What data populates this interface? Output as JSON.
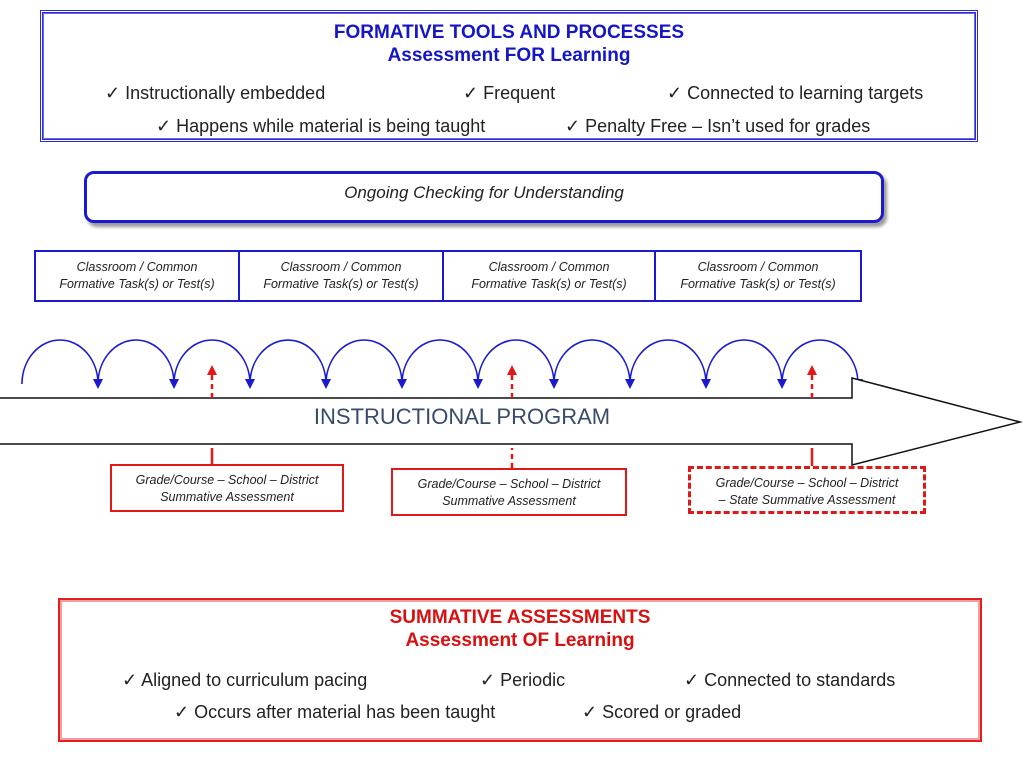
{
  "formative": {
    "title": "FORMATIVE TOOLS AND PROCESSES",
    "subtitle": "Assessment FOR Learning",
    "items": [
      "✓ Instructionally embedded",
      "✓ Frequent",
      "✓ Connected to learning targets",
      "✓ Happens while material is being taught",
      "✓ Penalty Free – Isn’t used for grades"
    ]
  },
  "ongoing": "Ongoing Checking for Understanding",
  "tasks": [
    {
      "line1": "Classroom / Common",
      "line2": "Formative Task(s) or Test(s)"
    },
    {
      "line1": "Classroom / Common",
      "line2": "Formative Task(s) or Test(s)"
    },
    {
      "line1": "Classroom / Common",
      "line2": "Formative Task(s) or Test(s)"
    },
    {
      "line1": "Classroom / Common",
      "line2": "Formative Task(s) or Test(s)"
    }
  ],
  "program": "INSTRUCTIONAL PROGRAM",
  "summative_points": [
    {
      "line1": "Grade/Course – School – District",
      "line2": "Summative Assessment"
    },
    {
      "line1": "Grade/Course – School – District",
      "line2": "Summative Assessment"
    },
    {
      "line1": "Grade/Course – School – District",
      "line2": "– State Summative Assessment"
    }
  ],
  "summative": {
    "title": "SUMMATIVE ASSESSMENTS",
    "subtitle": "Assessment OF Learning",
    "items": [
      "✓ Aligned to curriculum pacing",
      "✓ Periodic",
      "✓ Connected to standards",
      "✓ Occurs after material has been taught",
      "✓ Scored or graded"
    ]
  },
  "colors": {
    "formative": "#1a1ad0",
    "summative": "#e01818"
  }
}
